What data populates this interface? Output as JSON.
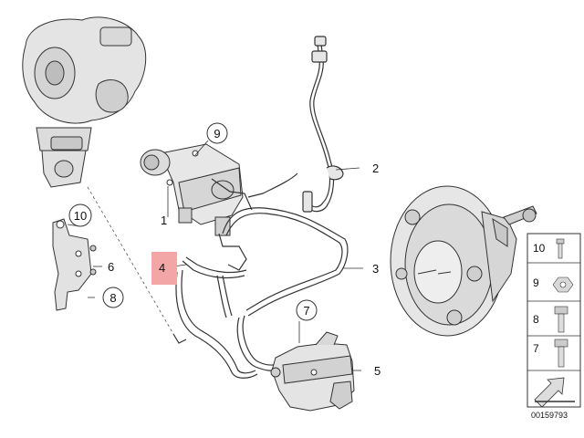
{
  "callouts": {
    "c1": "1",
    "c2": "2",
    "c3": "3",
    "c4": "4",
    "c5": "5",
    "c6": "6",
    "c7": "7",
    "c8": "8",
    "c9": "9",
    "c10": "10"
  },
  "legend": {
    "r1": "10",
    "r2": "9",
    "r3": "8",
    "r4": "7"
  },
  "reference_number": "00159793",
  "colors": {
    "highlight": "#f2a6a6",
    "line": "#222222",
    "part_fill": "#e6e6e6",
    "part_shade": "#c9c9c9"
  }
}
